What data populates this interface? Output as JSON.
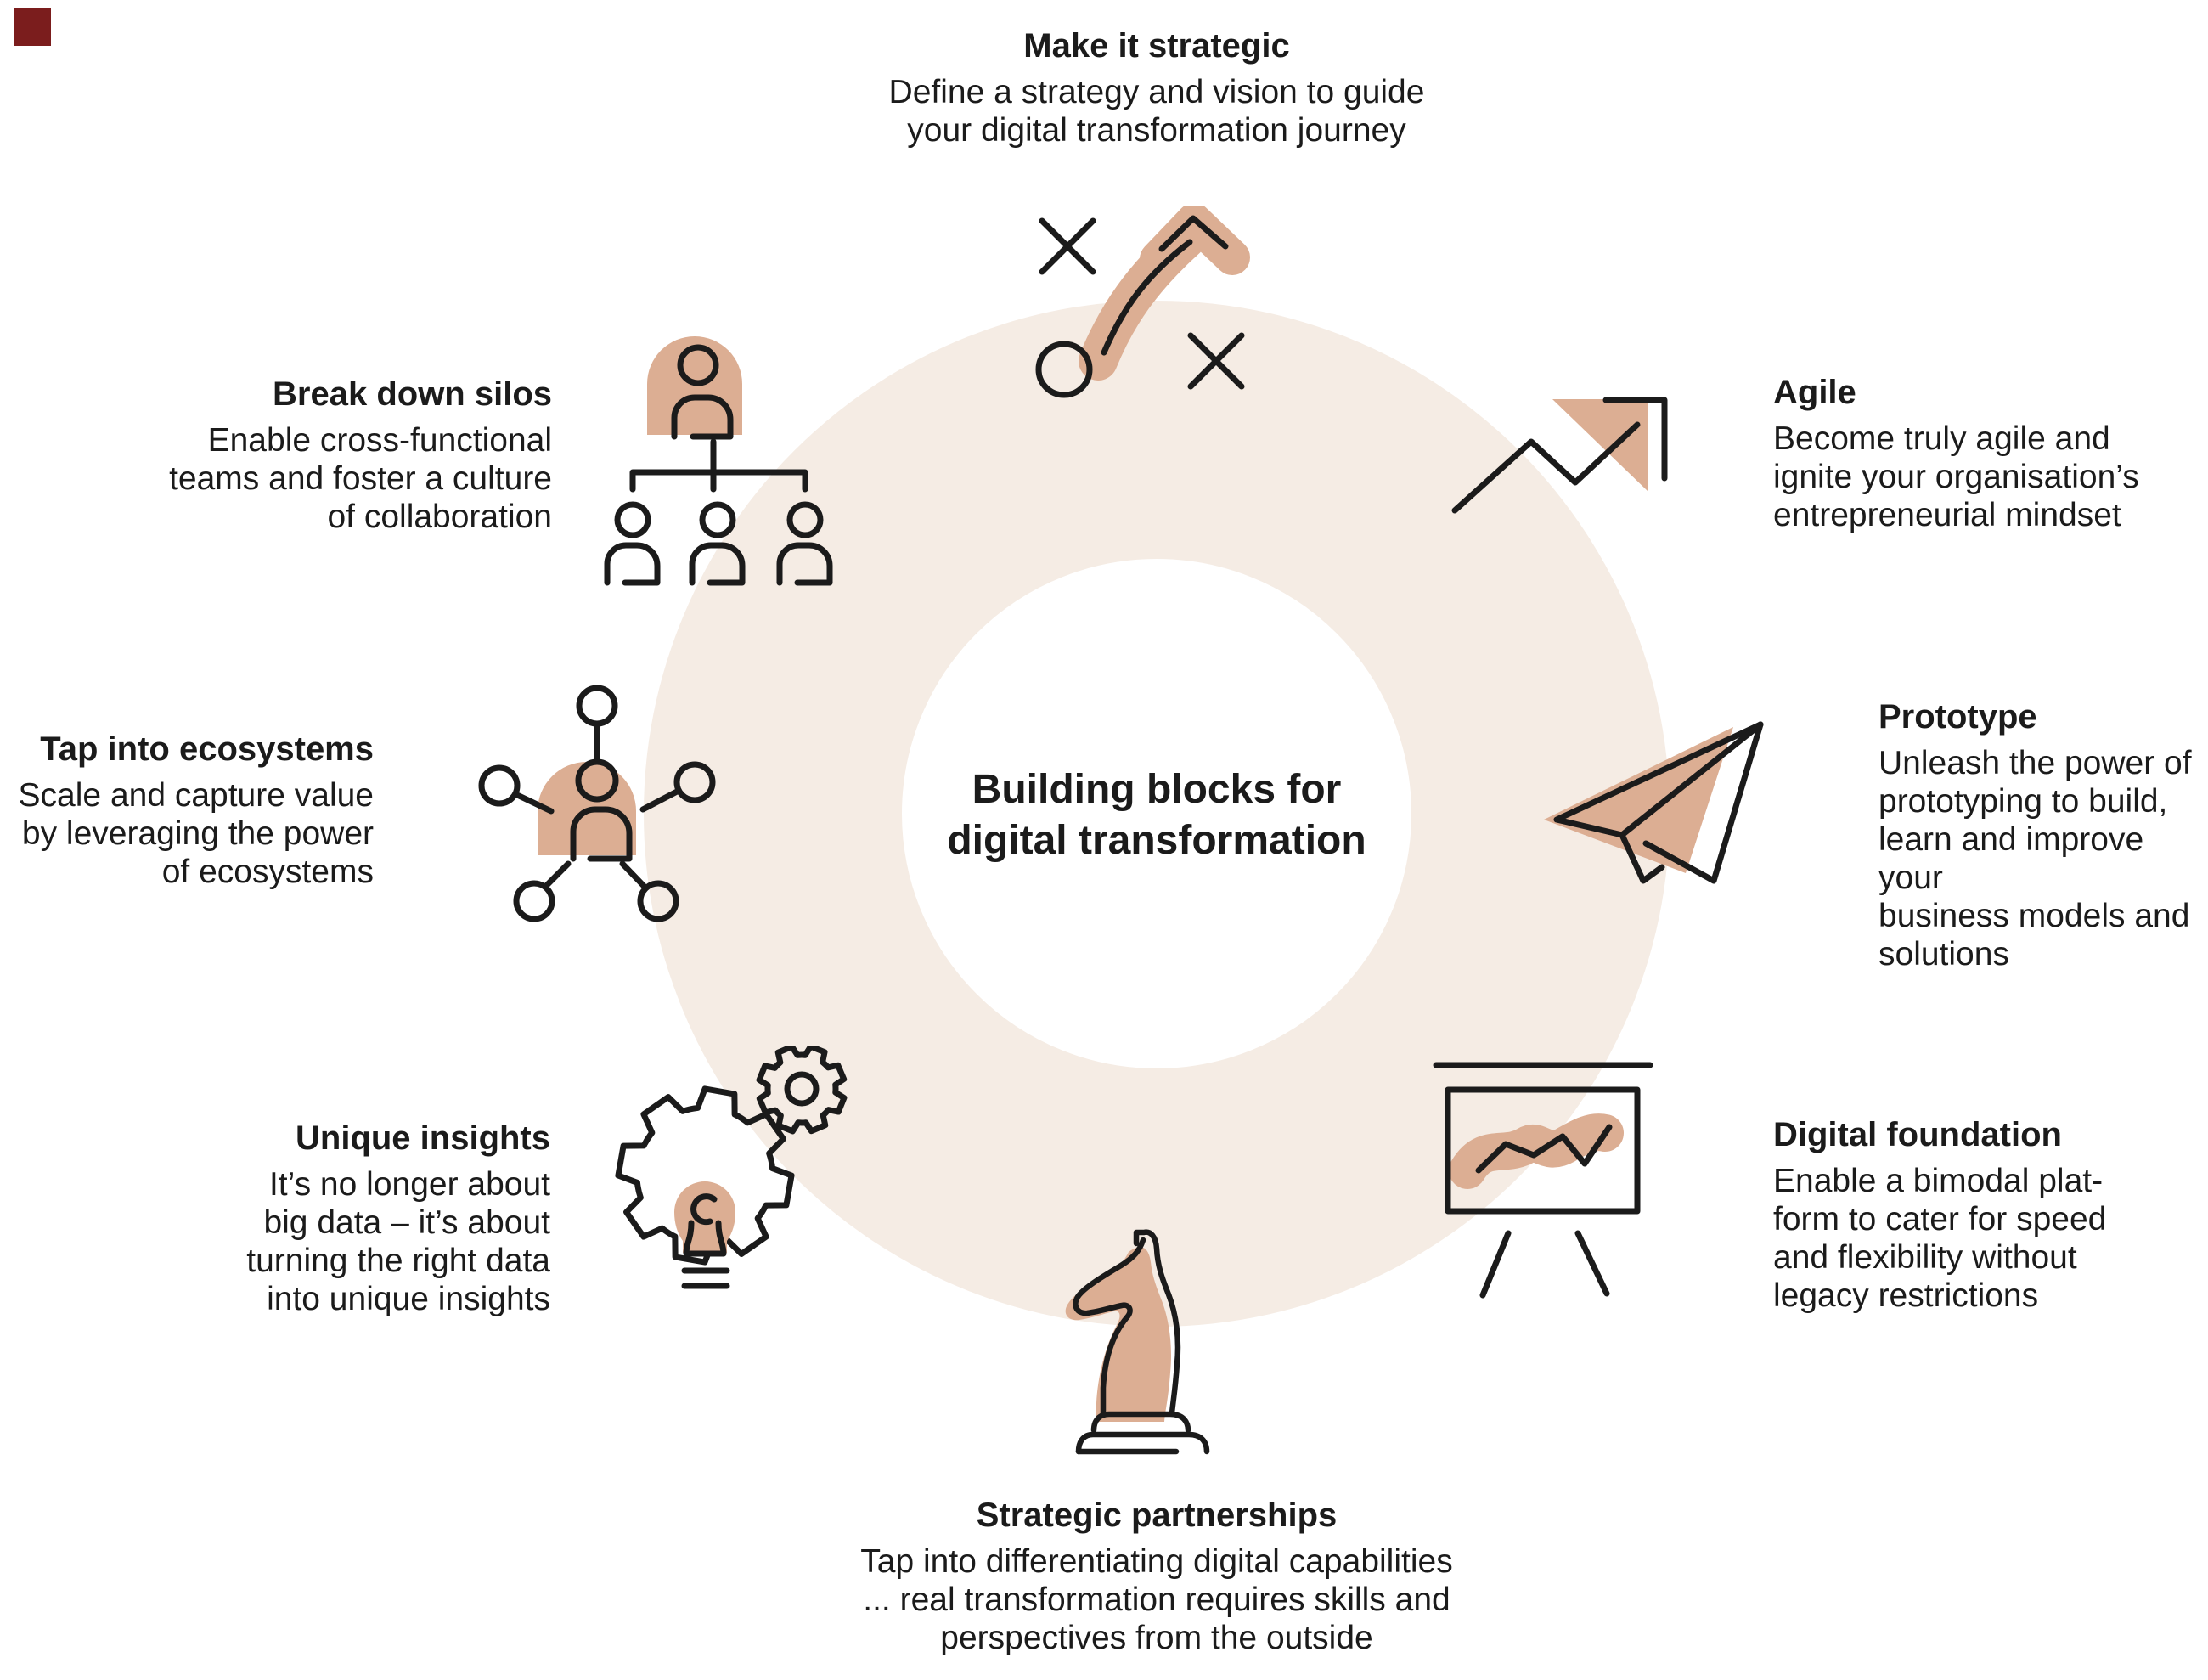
{
  "colors": {
    "accent": "#dcae93",
    "ring": "#f5ece4",
    "ink": "#1b1b1b",
    "corner_mark": "#7b1d1d",
    "background": "#ffffff"
  },
  "center": {
    "title": "Building blocks for\ndigital transformation"
  },
  "blocks": [
    {
      "id": "make-it-strategic",
      "icon": "strategy-icon",
      "title": "Make it strategic",
      "description": "Define a strategy and vision to guide\nyour digital transformation journey"
    },
    {
      "id": "agile",
      "icon": "growth-arrow-icon",
      "title": "Agile",
      "description": "Become truly agile and\nignite your organisation’s\nentrepreneurial mindset"
    },
    {
      "id": "prototype",
      "icon": "paper-plane-icon",
      "title": "Prototype",
      "description": "Unleash the power of\nprototyping to build,\nlearn and improve your\nbusiness models and\nsolutions"
    },
    {
      "id": "digital-foundation",
      "icon": "presentation-chart-icon",
      "title": "Digital foundation",
      "description": "Enable a bimodal plat-\nform to cater for speed\nand flexibility without\nlegacy restrictions"
    },
    {
      "id": "strategic-partnerships",
      "icon": "chess-knight-icon",
      "title": "Strategic partnerships",
      "description": "Tap into differentiating digital capabilities\n... real transformation requires skills and\nperspectives from the outside"
    },
    {
      "id": "unique-insights",
      "icon": "gear-lightbulb-icon",
      "title": "Unique insights",
      "description": "It’s no longer about\nbig data – it’s about\nturning the right data\ninto unique insights"
    },
    {
      "id": "tap-into-ecosystems",
      "icon": "network-person-icon",
      "title": "Tap into ecosystems",
      "description": "Scale and capture value\nby leveraging the power\nof ecosystems"
    },
    {
      "id": "break-down-silos",
      "icon": "org-chart-icon",
      "title": "Break down silos",
      "description": "Enable cross-functional\nteams and foster a culture\nof collaboration"
    }
  ]
}
